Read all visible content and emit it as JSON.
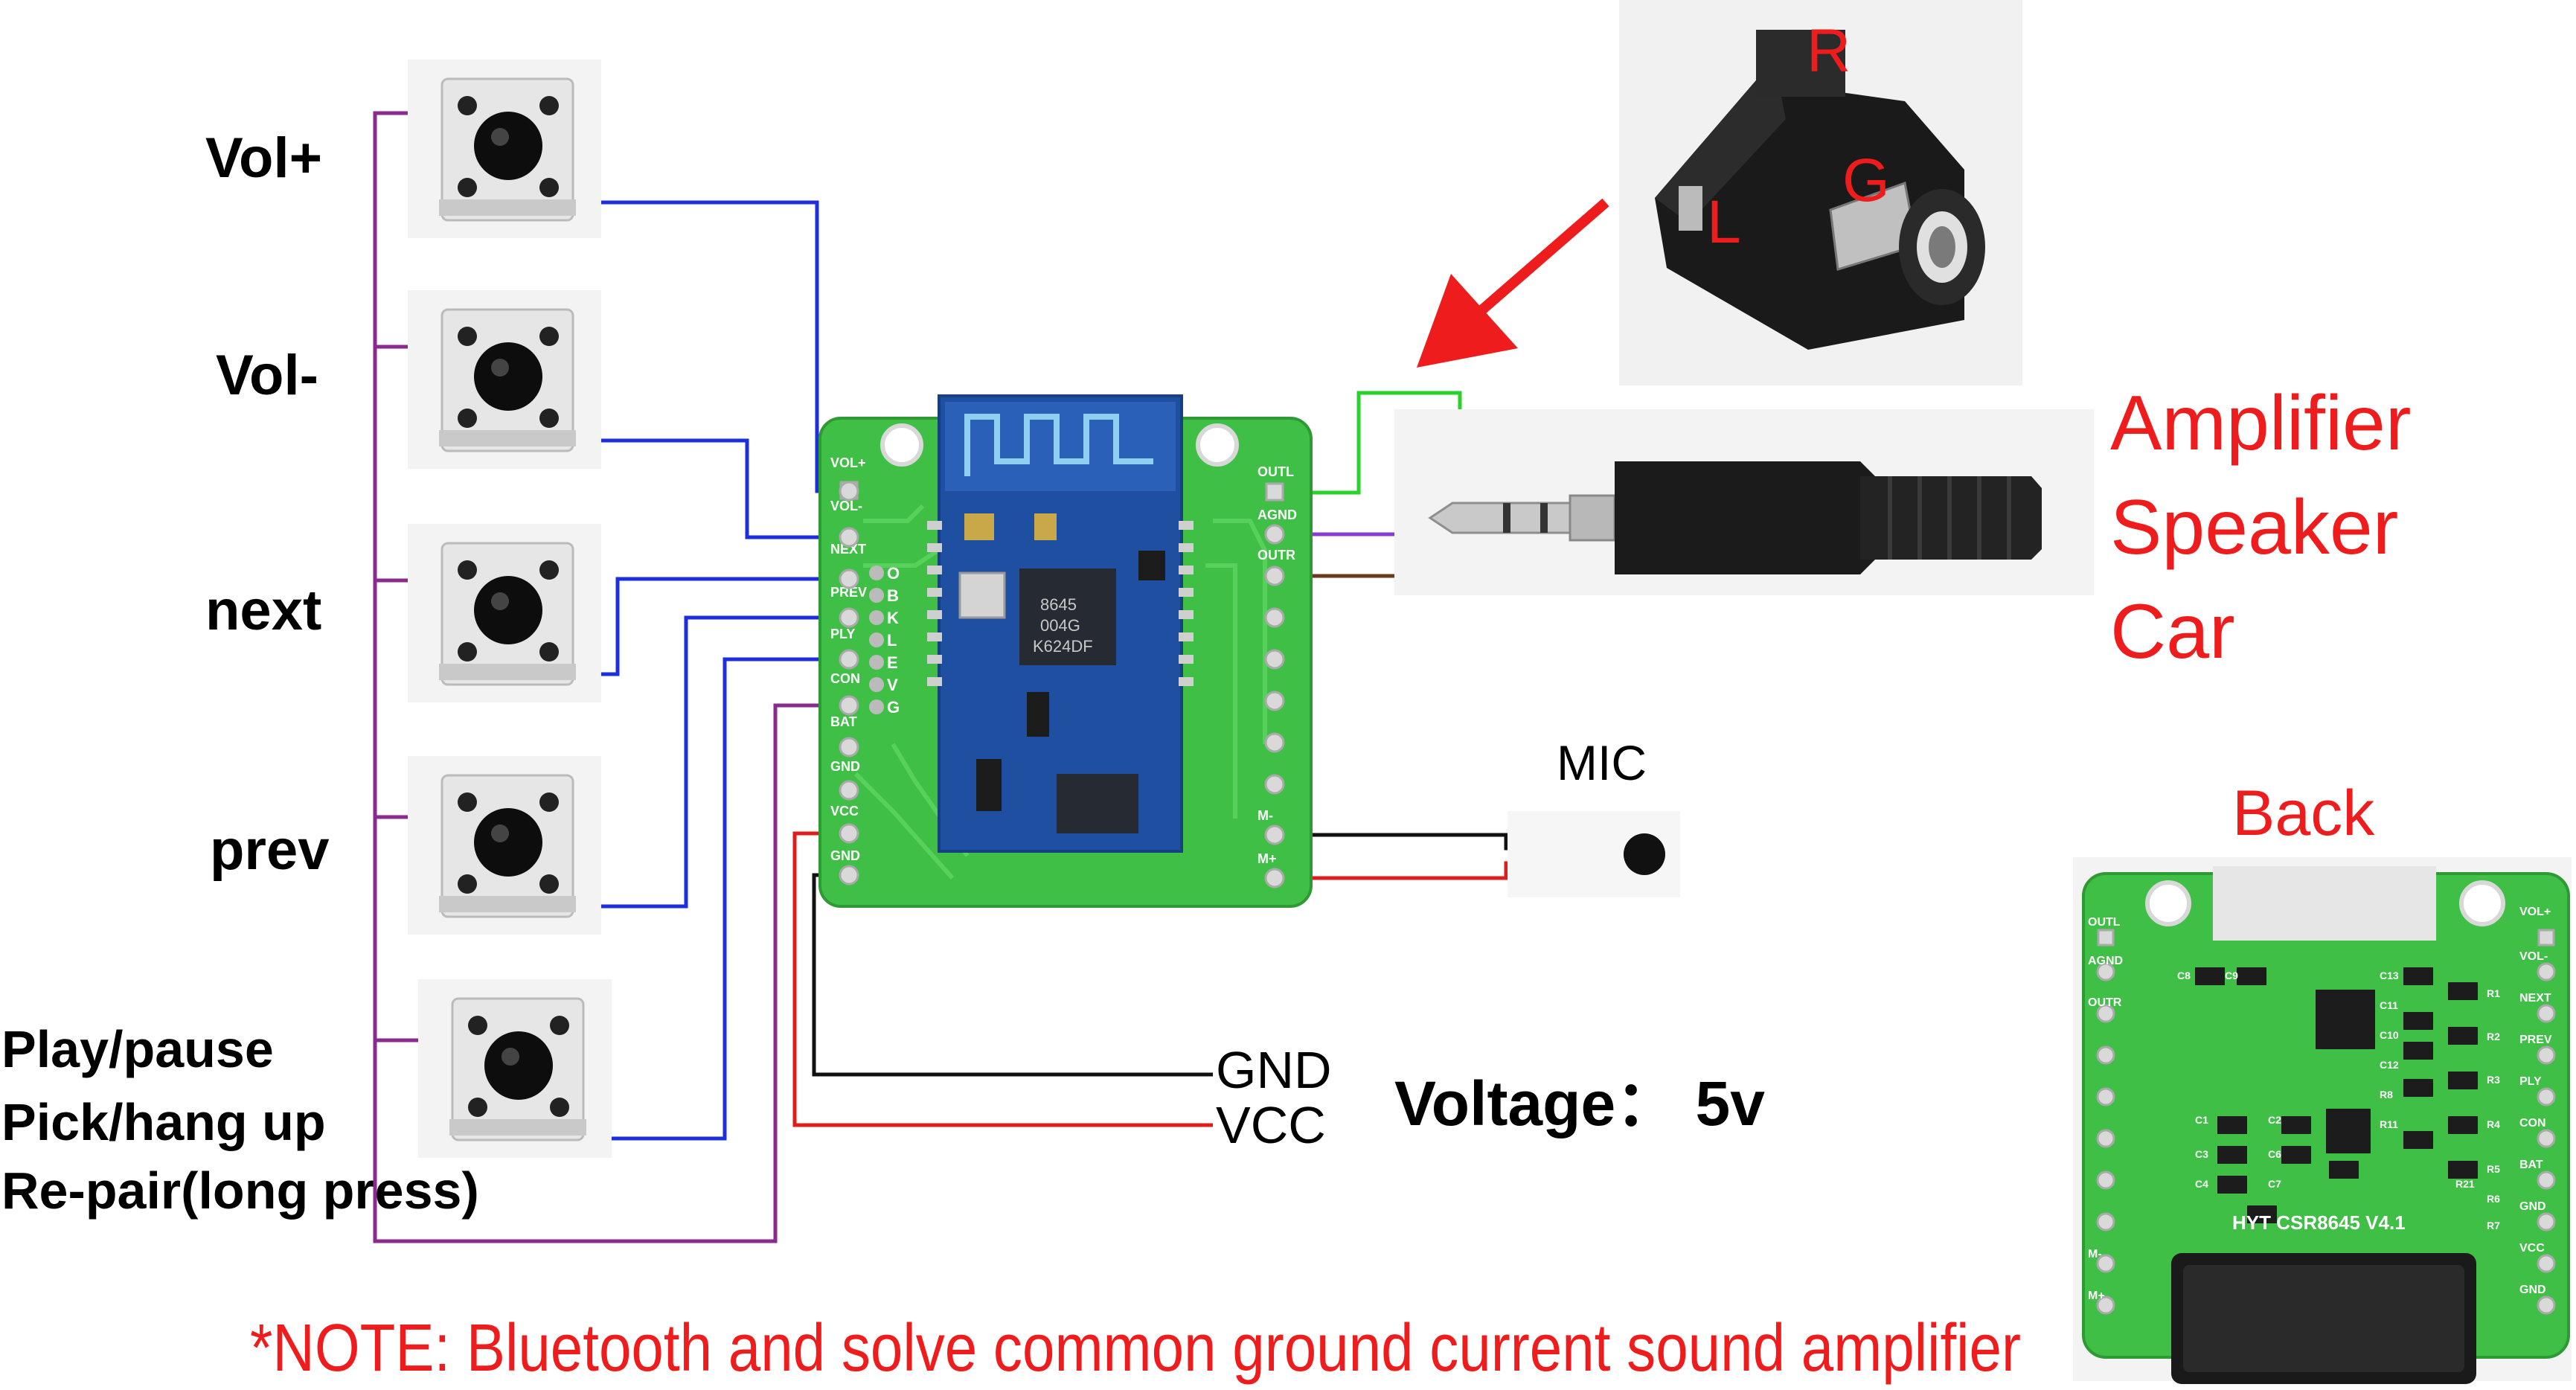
{
  "buttons": [
    {
      "label": "Vol+"
    },
    {
      "label": "Vol-"
    },
    {
      "label": "next"
    },
    {
      "label": "prev"
    },
    {
      "label_lines": [
        "Play/pause",
        "Pick/hang up",
        "Re-pair(long press)"
      ]
    }
  ],
  "board": {
    "pins_left": [
      "VOL+",
      "VOL-",
      "NEXT",
      "PREV",
      "PLY",
      "CON",
      "BAT",
      "GND",
      "VCC",
      "GND"
    ],
    "pins_right": [
      "OUTL",
      "AGND",
      "OUTR"
    ],
    "pins_mic": [
      "M-",
      "M+"
    ],
    "side_letters": [
      "O",
      "B",
      "K",
      "L",
      "E",
      "V",
      "G"
    ],
    "chip_text": [
      "8645",
      "004G",
      "K624DF"
    ]
  },
  "jack_photo": {
    "labels": [
      "R",
      "G",
      "L"
    ]
  },
  "output_label": [
    "Amplifier",
    "Speaker",
    "Car"
  ],
  "mic_label": "MIC",
  "power": {
    "gnd": "GND",
    "vcc": "VCC"
  },
  "voltage": "Voltage： 5v",
  "back": {
    "title": "Back",
    "pins_left": [
      "OUTL",
      "AGND",
      "OUTR",
      "M-",
      "M+"
    ],
    "pins_right": [
      "VOL+",
      "VOL-",
      "NEXT",
      "PREV",
      "PLY",
      "CON",
      "BAT",
      "GND",
      "VCC",
      "GND"
    ],
    "silkscreen": "HYT   CSR8645 V4.1",
    "components": [
      "C8",
      "C9",
      "C13",
      "C11",
      "C10",
      "C12",
      "R8",
      "R11",
      "R1",
      "R2",
      "R3",
      "R4",
      "R5",
      "R6",
      "R7",
      "C1",
      "C2",
      "C3",
      "C4",
      "C6",
      "C7",
      "R21"
    ]
  },
  "note": "*NOTE: Bluetooth and solve common ground current sound amplifier",
  "colors": {
    "button_wire": "#1d2ee0",
    "common_wire": "#8b2a8e",
    "pcb": "#3fbf45",
    "module": "#1f4fa0",
    "label_red": "#ee1c1c",
    "wire_green": "#2bd12b",
    "wire_purple": "#8a3ad0",
    "wire_brown": "#6a3a1a",
    "gnd_wire": "#111111",
    "vcc_wire": "#e01c1c"
  }
}
